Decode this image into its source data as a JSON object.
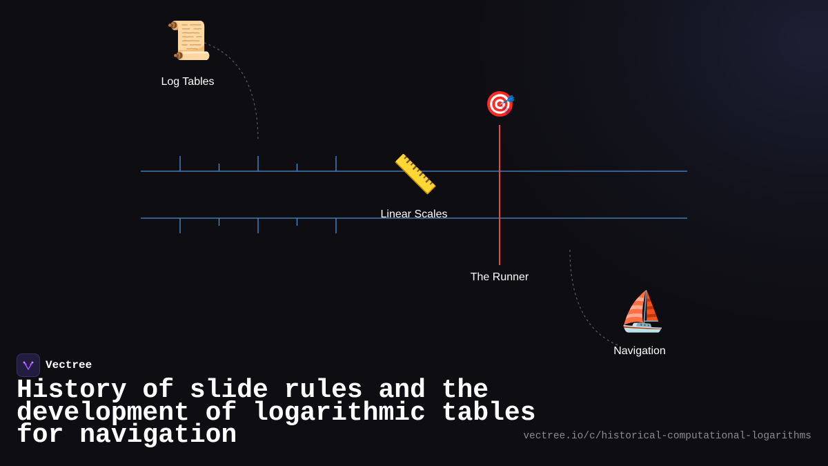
{
  "nodes": {
    "log_tables": {
      "label": "Log Tables",
      "icon": "scroll-icon",
      "glyph": "📜"
    },
    "linear_scales": {
      "label": "Linear Scales",
      "icon": "ruler-icon",
      "glyph": "📏"
    },
    "runner": {
      "label": "The Runner",
      "icon": "target-icon",
      "glyph": "🎯"
    },
    "navigation": {
      "label": "Navigation",
      "icon": "sailboat-icon",
      "glyph": "⛵"
    }
  },
  "brand": {
    "name": "Vectree",
    "icon": "vectree-logo-icon"
  },
  "title": "History of slide rules and the development of logarithmic tables for navigation",
  "url": "vectree.io/c/historical-computational-logarithms",
  "colors": {
    "background": "#0e0e12",
    "scale_line": "#4a90d9",
    "runner": "#e24a4a",
    "connector": "#5c5c66",
    "brand_accent": "#a64dff"
  }
}
